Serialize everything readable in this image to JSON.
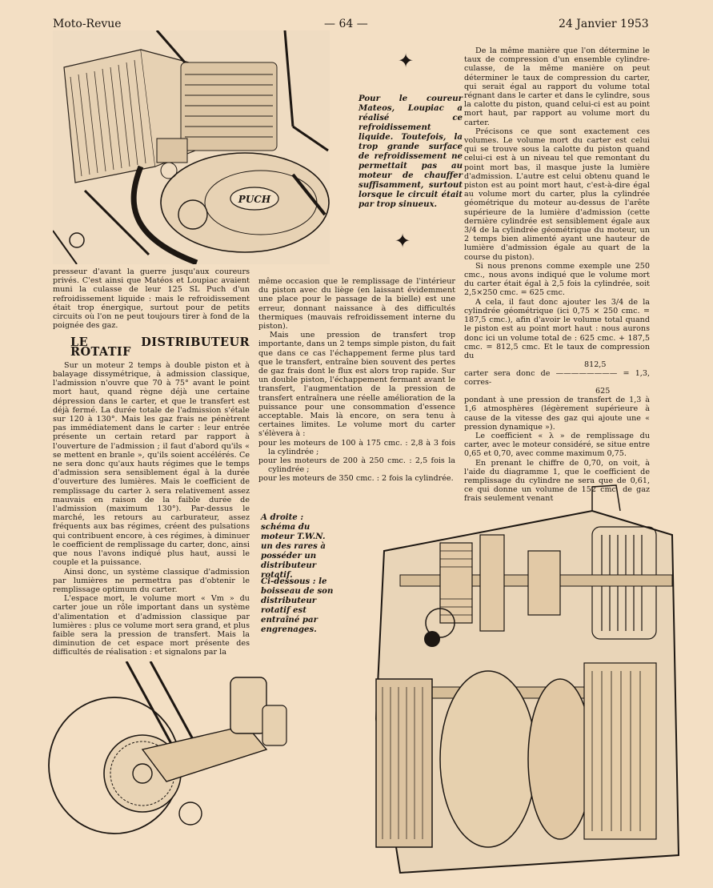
{
  "header": {
    "magazine": "Moto-Revue",
    "page_number": "— 64 —",
    "date": "24 Janvier 1953"
  },
  "caption_top": "Pour le coureur Mateos, Loupiac a réalisé ce refroidissement liquide. Toutefois, la trop grande surface de refroidissement ne permettait pas au moteur de chauffer suffisamment, surtout lorsque le circuit était par trop sinueux.",
  "engine_badge": "PUCH",
  "left_column": {
    "intro": "presseur d'avant la guerre jusqu'aux coureurs privés. C'est ainsi que Matéos et Loupiac avaient muni la culasse de leur 125 SL Puch d'un refroidissement liquide : mais le refroidissement était trop énergique, surtout pour de petits circuits où l'on ne peut toujours tirer à fond de la poignée des gaz.",
    "subheading": "LE DISTRIBUTEUR ROTATIF",
    "p1": "Sur un moteur 2 temps à double piston et à balayage dissymétrique, à admission classique, l'admission n'ouvre que 70 à 75° avant le point mort haut, quand règne déjà une certaine dépression dans le carter, et que le transfert est déjà fermé. La durée totale de l'admission s'étale sur 120 à 130°. Mais les gaz frais ne pénètrent pas immédiatement dans le carter : leur entrée présente un certain retard par rapport à l'ouverture de l'admission ; il faut d'abord qu'ils « se mettent en branle », qu'ils soient accélérés. Ce ne sera donc qu'aux hauts régimes que le temps d'admission sera sensiblement égal à la durée d'ouverture des lumières. Mais le coefficient de remplissage du carter λ sera relativement assez mauvais en raison de la faible durée de l'admission (maximum 130°). Par-dessus le marché, les retours au carburateur, assez fréquents aux bas régimes, créent des pulsations qui contribuent encore, à ces régimes, à diminuer le coefficient de remplissage du carter, donc, ainsi que nous l'avons indiqué plus haut, aussi le couple et la puissance.",
    "p2": "Ainsi donc, un système classique d'admission par lumières ne permettra pas d'obtenir le remplissage optimum du carter.",
    "p3": "L'espace mort, le volume mort « Vm » du carter joue un rôle important dans un système d'alimentation et d'admission classique par lumières : plus ce volume mort sera grand, et plus faible sera la pression de transfert. Mais la diminution de cet espace mort présente des difficultés de réalisation : et signalons par la"
  },
  "middle_column": {
    "p1": "même occasion que le remplissage de l'intérieur du piston avec du liège (en laissant évidemment une place pour le passage de la bielle) est une erreur, donnant naissance à des difficultés thermiques (mauvais refroidissement interne du piston).",
    "p2": "Mais une pression de transfert trop importante, dans un 2 temps simple piston, du fait que dans ce cas l'échappement ferme plus tard que le transfert, entraîne bien souvent des pertes de gaz frais dont le flux est alors trop rapide. Sur un double piston, l'échappement fermant avant le transfert, l'augmentation de la pression de transfert entraînera une réelle amélioration de la puissance pour une consommation d'essence acceptable. Mais là encore, on sera tenu à certaines limites. Le volume mort du carter s'élèvera à :",
    "list": [
      "pour les moteurs de 100 à 175 cmc. : 2,8 à 3 fois la cylindrée ;",
      "pour les moteurs de 200 à 250 cmc. : 2,5 fois la cylindrée ;",
      "pour les moteurs de 350 cmc. : 2 fois la cylindrée."
    ],
    "caption_right": "A droite : schéma du moteur T.W.N. un des rares à posséder un distributeur rotatif.",
    "caption_below": "Ci-dessous : le boisseau de son distributeur rotatif est entraîné par engrenages."
  },
  "right_column": {
    "p1": "De la même manière que l'on détermine le taux de compression d'un ensemble cylindre-culasse, de la même manière on peut déterminer le taux de compression du carter, qui serait égal au rapport du volume total régnant dans le carter et dans le cylindre, sous la calotte du piston, quand celui-ci est au point mort haut, par rapport au volume mort du carter.",
    "p2": "Précisons ce que sont exactement ces volumes. Le volume mort du carter est celui qui se trouve sous la calotte du piston quand celui-ci est à un niveau tel que remontant du point mort bas, il masque juste la lumière d'admission. L'autre est celui obtenu quand le piston est au point mort haut, c'est-à-dire égal au volume mort du carter, plus la cylindrée géométrique du moteur au-dessus de l'arête supérieure de la lumière d'admission (cette dernière cylindrée est sensiblement égale aux 3/4 de la cylindrée géométrique du moteur, un 2 temps bien alimenté ayant une hauteur de lumière d'admission égale au quart de la course du piston).",
    "p3": "Si nous prenons comme exemple une 250 cmc., nous avons indiqué que le volume mort du carter était égal à 2,5 fois la cylindrée, soit 2,5×250 cmc. = 625 cmc.",
    "p4": "A cela, il faut donc ajouter les 3/4 de la cylindrée géométrique (ici 0,75 × 250 cmc. = 187,5 cmc.), afin d'avoir le volume total quand le piston est au point mort haut : nous aurons donc ici un volume total de : 625 cmc. + 187,5 cmc. = 812,5 cmc. Et le taux de compression du",
    "fraction_num": "812,5",
    "fraction_line": "carter sera donc de ———————— = 1,3, corres-",
    "fraction_den": "625",
    "p5": "pondant à une pression de transfert de 1,3 à 1,6 atmosphères (légèrement supérieure à cause de la vitesse des gaz qui ajoute une « pression dynamique »).",
    "p6": "Le coefficient « λ » de remplissage du carter, avec le moteur considéré, se situe entre 0,65 et 0,70, avec comme maximum 0,75.",
    "p7": "En prenant le chiffre de 0,70, on voit, à l'aide du diagramme 1, que le coefficient de remplissage du cylindre ne sera que de 0,61, ce qui donne un volume de 152 cmc. de gaz frais seulement venant"
  },
  "colors": {
    "paper": "#f3dfc4",
    "ink": "#1d1712"
  }
}
